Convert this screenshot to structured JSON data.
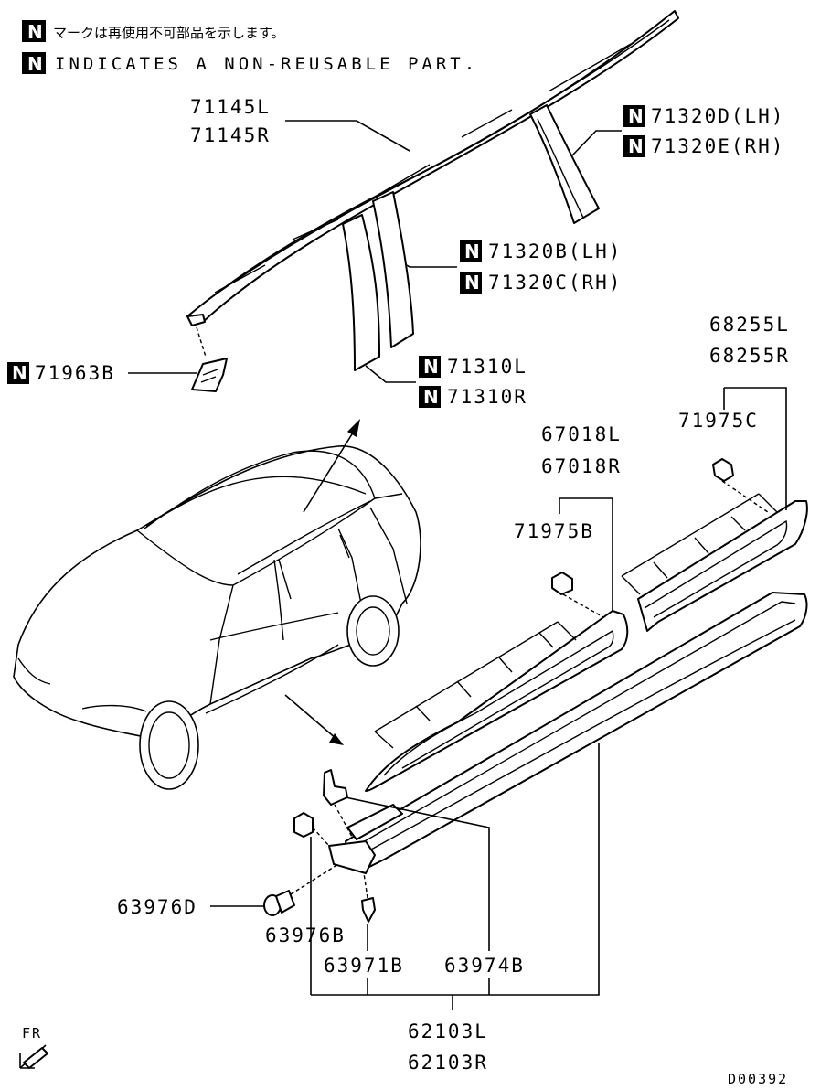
{
  "legend": {
    "badge": "N",
    "japanese": "マークは再使用不可部品を示します。",
    "english": "INDICATES A NON-REUSABLE PART."
  },
  "labels": {
    "p71145L": "71145L",
    "p71145R": "71145R",
    "p71320D": "71320D(LH)",
    "p71320E": "71320E(RH)",
    "p71320B": "71320B(LH)",
    "p71320C": "71320C(RH)",
    "p71963B": "71963B",
    "p71310L": "71310L",
    "p71310R": "71310R",
    "p68255L": "68255L",
    "p68255R": "68255R",
    "p71975C": "71975C",
    "p67018L": "67018L",
    "p67018R": "67018R",
    "p71975B": "71975B",
    "p63976D": "63976D",
    "p63976B": "63976B",
    "p63971B": "63971B",
    "p63974B": "63974B",
    "p62103L": "62103L",
    "p62103R": "62103R"
  },
  "fr_label": "FR",
  "diagram_code": "D00392"
}
